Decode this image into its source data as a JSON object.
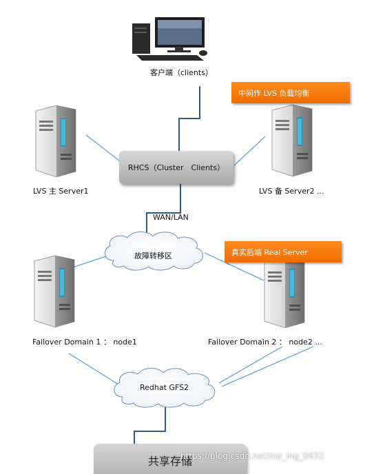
{
  "nodes": {
    "client": "客户端（clients）",
    "rhcs": "RHCS（Cluster　Clients）",
    "lvs_master": "LVS 主 Server1",
    "lvs_backup": "LVS 备 Server2 ...",
    "failover_zone": "故障转移区",
    "node1": "Failover Domain 1 ： node1",
    "node2": "Failover Domain 2 ： node2 ...",
    "gfs": "Redhat GFS2",
    "storage": "共享存储"
  },
  "links": {
    "wan_lan": "WAN/LAN"
  },
  "callouts": {
    "lvs_lb": "中间作 LVS 负载均衡",
    "real_server": "真实后端 Real Server"
  },
  "watermark": "https://blog.csdn.net/mo_ing_0632",
  "colors": {
    "link_dark": "#2a5a8a",
    "link_light": "#5b9bd5",
    "callout": "#f57a10"
  }
}
